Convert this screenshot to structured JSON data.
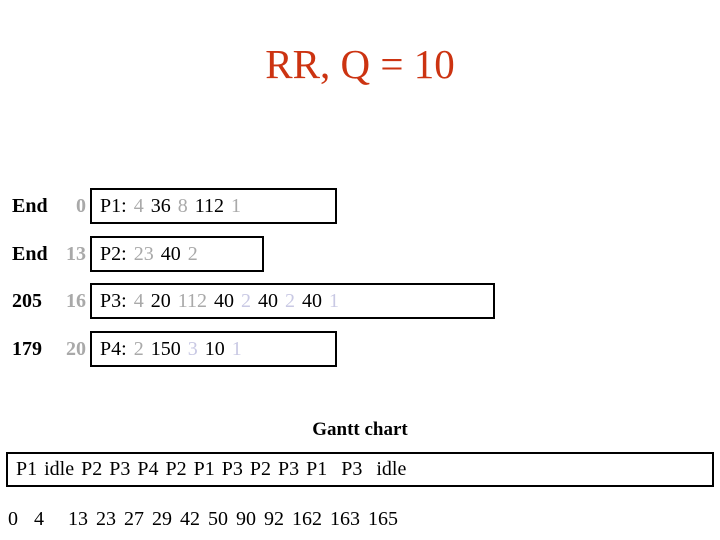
{
  "slide": {
    "title": "RR, Q = 10",
    "gantt_heading": "Gantt chart",
    "gantt_sequence": "P1 idle P2 P3 P4 P2 P1 P3 P2 P3 P1  P3  idle",
    "timeline": "0  4   13 23 27 29 42 50 90 92 162 163 165"
  },
  "colors": {
    "title": "#cc3311",
    "text": "#000000",
    "muted_gray": "#a9a9a9",
    "muted_lavender": "#c9c9e4",
    "border": "#000000",
    "background": "#ffffff"
  },
  "rows": [
    {
      "label": "End",
      "end_value": "0",
      "tokens": [
        {
          "text": "P1:",
          "color": "text"
        },
        {
          "text": "4",
          "color": "muted_gray"
        },
        {
          "text": "36",
          "color": "text"
        },
        {
          "text": "8",
          "color": "muted_gray"
        },
        {
          "text": "112",
          "color": "text"
        },
        {
          "text": "1",
          "color": "muted_gray"
        }
      ]
    },
    {
      "label": "End",
      "end_value": "13",
      "tokens": [
        {
          "text": "P2:",
          "color": "text"
        },
        {
          "text": "23",
          "color": "muted_gray"
        },
        {
          "text": "40",
          "color": "text"
        },
        {
          "text": "2",
          "color": "muted_gray"
        }
      ]
    },
    {
      "label": "205",
      "end_value": "16",
      "tokens": [
        {
          "text": "P3:",
          "color": "text"
        },
        {
          "text": "4",
          "color": "muted_gray"
        },
        {
          "text": "20",
          "color": "text"
        },
        {
          "text": "112",
          "color": "muted_gray"
        },
        {
          "text": "40",
          "color": "text"
        },
        {
          "text": "2",
          "color": "muted_lavender"
        },
        {
          "text": "40",
          "color": "text"
        },
        {
          "text": "2",
          "color": "muted_lavender"
        },
        {
          "text": "40",
          "color": "text"
        },
        {
          "text": "1",
          "color": "muted_lavender"
        }
      ]
    },
    {
      "label": "179",
      "end_value": "20",
      "tokens": [
        {
          "text": "P4:",
          "color": "text"
        },
        {
          "text": "2",
          "color": "muted_gray"
        },
        {
          "text": "150",
          "color": "text"
        },
        {
          "text": "3",
          "color": "muted_lavender"
        },
        {
          "text": "10",
          "color": "text"
        },
        {
          "text": "1",
          "color": "muted_lavender"
        }
      ]
    }
  ]
}
